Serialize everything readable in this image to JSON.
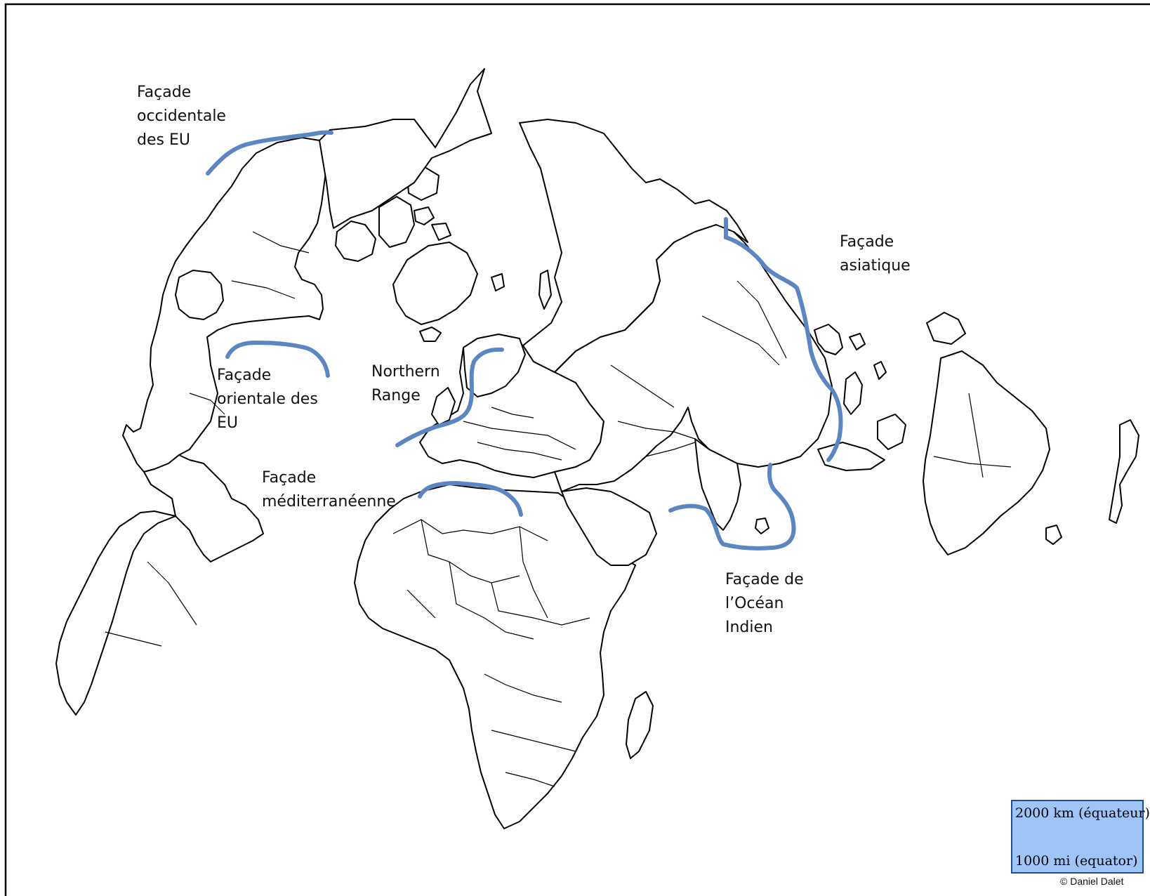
{
  "map": {
    "labels": {
      "occidentale_eu": "Façade\noccidentale\ndes EU",
      "orientale_eu": "Façade\norientale des\nEU",
      "northern_range": "Northern\nRange",
      "mediterraneenne": "Façade\nméditerranéenne",
      "asiatique": "Façade\nasiatique",
      "ocean_indien": "Façade de\nl’Océan\nIndien"
    },
    "coast_line_color": "#5b86c2",
    "land_outline_color": "#000000"
  },
  "legend": {
    "km_label": "2000 km (équateur)",
    "mi_label": "1000 mi (equator)",
    "background_color": "#9fc5f8"
  },
  "credit": "© Daniel Dalet"
}
